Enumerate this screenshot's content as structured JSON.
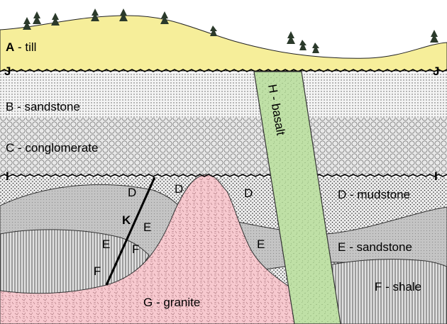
{
  "layers": {
    "till": {
      "letter": "A",
      "name": " - till",
      "color": "#f6ee9a"
    },
    "sandstone_b": {
      "letter": "B",
      "name": " - sandstone",
      "color": "#f0f0f0"
    },
    "conglomerate": {
      "letter": "C",
      "name": " - conglomerate",
      "color": "#e6e6e6"
    },
    "mudstone": {
      "letter": "D",
      "name": " - mudstone",
      "color": "#ececec"
    },
    "sandstone_e": {
      "letter": "E",
      "name": " - sandstone",
      "color": "#c6c6c6"
    },
    "shale": {
      "letter": "F",
      "name": " - shale",
      "color": "#d6d6d6"
    },
    "granite": {
      "letter": "G",
      "name": " - granite",
      "color": "#f6c6cc"
    },
    "basalt": {
      "label": "H - basalt",
      "color": "#bde0a6"
    }
  },
  "unconformities": {
    "upper": "J",
    "lower": "I"
  },
  "fault": {
    "label": "K"
  },
  "unit_letters": {
    "d": "D",
    "e": "E",
    "f": "F"
  }
}
